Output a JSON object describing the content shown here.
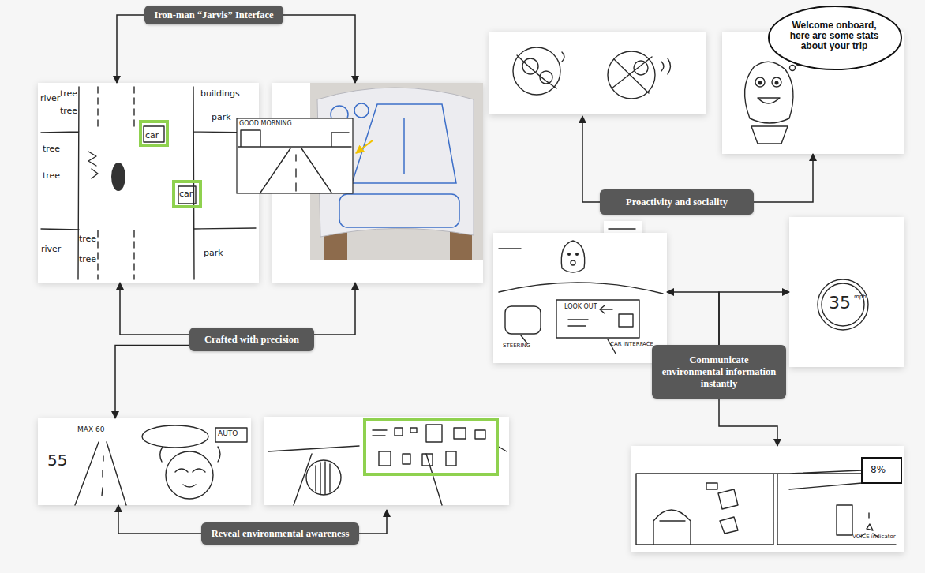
{
  "diagram": {
    "nodes": [
      {
        "text": [
          "Iron-man “Jarvis” Interface"
        ]
      },
      {
        "text": [
          "Welcome onboard, here are some stats about your trip"
        ]
      },
      {
        "text": [
          "river",
          "tree",
          "tree",
          "buildings",
          "park",
          "tree",
          "tree",
          "car",
          "car",
          "river",
          "tree",
          "tree",
          "park"
        ]
      },
      {
        "text": [
          "GOOD MORNING"
        ]
      },
      {
        "text": [
          "Proactivity and sociality"
        ]
      },
      {
        "text": [
          "LOOK OUT",
          "STEERING",
          "CAR INTERFACE"
        ]
      },
      {
        "text": [
          "35",
          "mph"
        ]
      },
      {
        "text": [
          "Crafted with precision"
        ]
      },
      {
        "text": [
          "Communicate environmental information instantly"
        ]
      },
      {
        "text": [
          "55",
          "MAX 60",
          "AUTO"
        ]
      },
      {
        "text": [
          "8%",
          "VOICE indicator"
        ]
      },
      {
        "text": [
          "Reveal environmental awareness"
        ]
      }
    ],
    "edges": [
      {
        "from": 0,
        "to": 2,
        "arrow": "to"
      },
      {
        "from": 0,
        "to": 3,
        "arrow": "to"
      },
      {
        "from": 4,
        "to": 1,
        "arrow": "to"
      },
      {
        "from": 7,
        "to": 2,
        "arrow": "to"
      },
      {
        "from": 7,
        "to": 3,
        "arrow": "to"
      },
      {
        "from": 7,
        "to": 9,
        "arrow": "to"
      },
      {
        "from": 11,
        "to": 9,
        "arrow": "to"
      },
      {
        "from": 8,
        "to": 5,
        "arrow": "to"
      },
      {
        "from": 8,
        "to": 6,
        "arrow": "to"
      },
      {
        "from": 8,
        "to": 10,
        "arrow": "to"
      }
    ]
  }
}
